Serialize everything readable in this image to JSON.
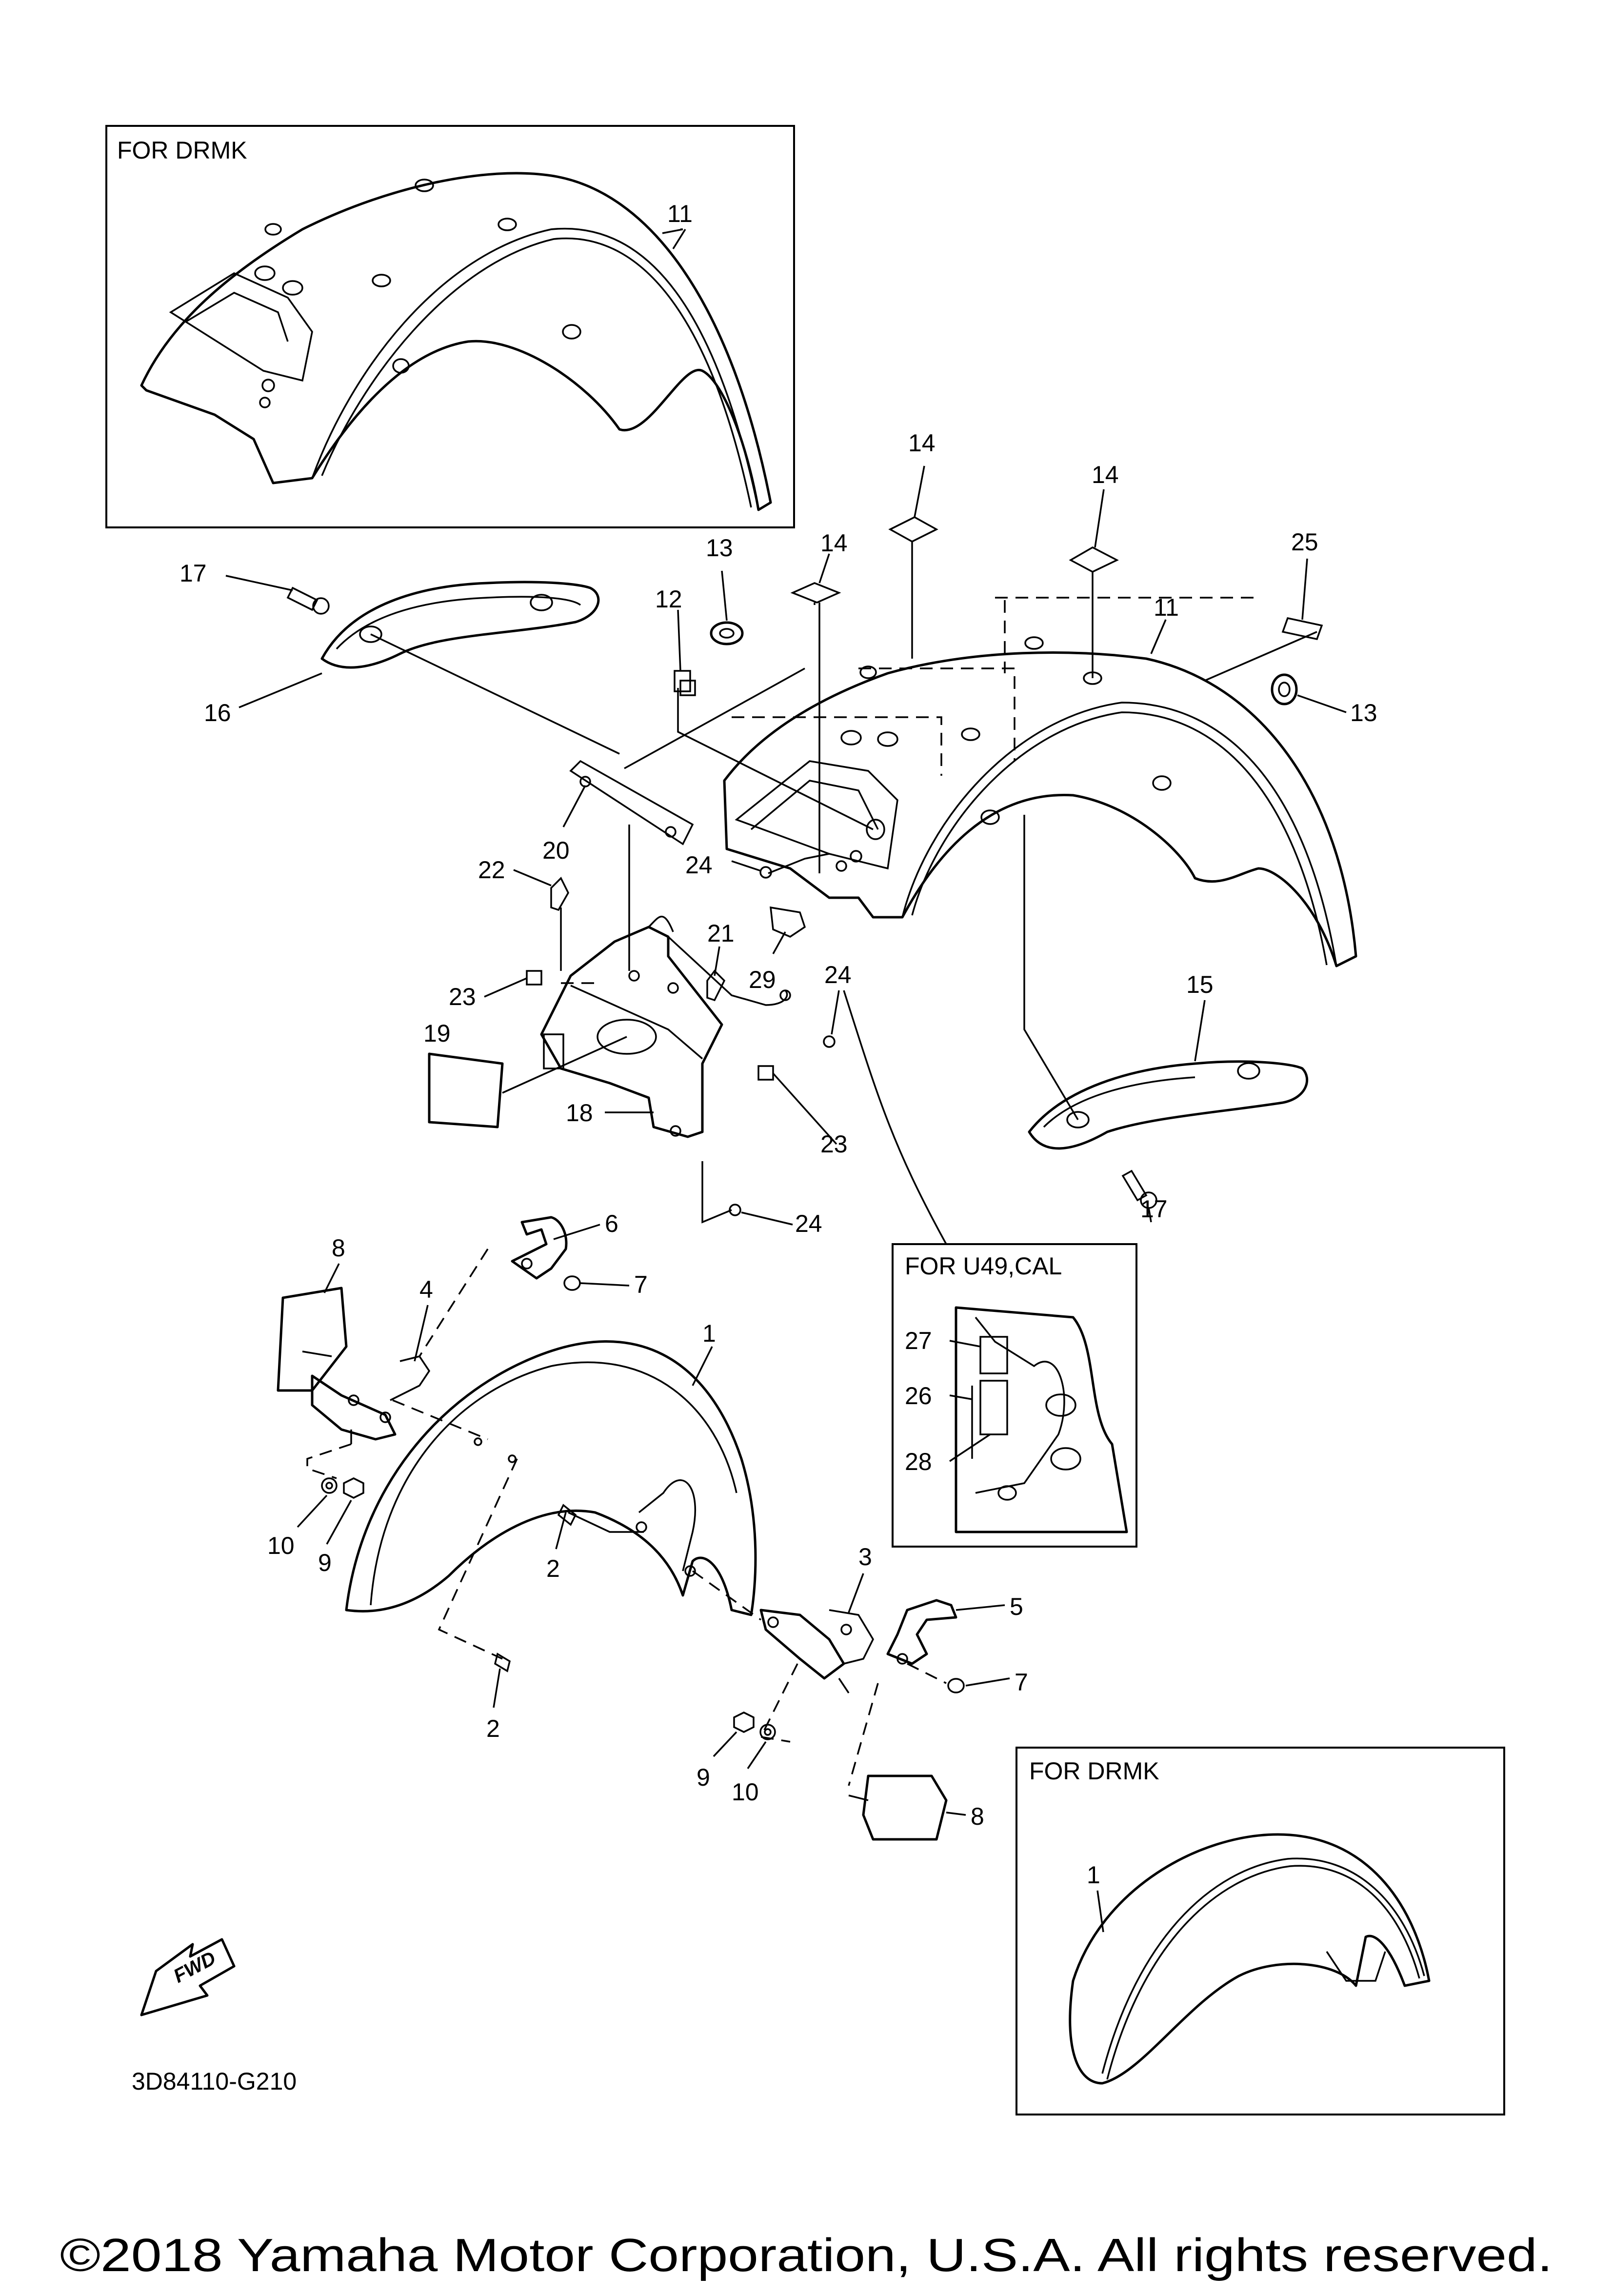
{
  "inset_boxes": [
    {
      "id": "drmk-rear",
      "label": "FOR DRMK"
    },
    {
      "id": "u49-cal",
      "label": "FOR U49,CAL"
    },
    {
      "id": "drmk-front",
      "label": "FOR DRMK"
    }
  ],
  "callouts": [
    {
      "id": "c11a",
      "text": "11"
    },
    {
      "id": "c14a",
      "text": "14"
    },
    {
      "id": "c14b",
      "text": "14"
    },
    {
      "id": "c14c",
      "text": "14"
    },
    {
      "id": "c25",
      "text": "25"
    },
    {
      "id": "c17a",
      "text": "17"
    },
    {
      "id": "c13a",
      "text": "13"
    },
    {
      "id": "c12",
      "text": "12"
    },
    {
      "id": "c11b",
      "text": "11"
    },
    {
      "id": "c16",
      "text": "16"
    },
    {
      "id": "c13b",
      "text": "13"
    },
    {
      "id": "c20",
      "text": "20"
    },
    {
      "id": "c22",
      "text": "22"
    },
    {
      "id": "c24a",
      "text": "24"
    },
    {
      "id": "c21",
      "text": "21"
    },
    {
      "id": "c29",
      "text": "29"
    },
    {
      "id": "c24b",
      "text": "24"
    },
    {
      "id": "c23a",
      "text": "23"
    },
    {
      "id": "c15",
      "text": "15"
    },
    {
      "id": "c19",
      "text": "19"
    },
    {
      "id": "c23b",
      "text": "23"
    },
    {
      "id": "c18",
      "text": "18"
    },
    {
      "id": "c17b",
      "text": "17"
    },
    {
      "id": "c24c",
      "text": "24"
    },
    {
      "id": "c6",
      "text": "6"
    },
    {
      "id": "c8a",
      "text": "8"
    },
    {
      "id": "c7a",
      "text": "7"
    },
    {
      "id": "c4",
      "text": "4"
    },
    {
      "id": "c1a",
      "text": "1"
    },
    {
      "id": "c27",
      "text": "27"
    },
    {
      "id": "c26",
      "text": "26"
    },
    {
      "id": "c28",
      "text": "28"
    },
    {
      "id": "c10a",
      "text": "10"
    },
    {
      "id": "c9a",
      "text": "9"
    },
    {
      "id": "c2a",
      "text": "2"
    },
    {
      "id": "c3",
      "text": "3"
    },
    {
      "id": "c5",
      "text": "5"
    },
    {
      "id": "c7b",
      "text": "7"
    },
    {
      "id": "c2b",
      "text": "2"
    },
    {
      "id": "c9b",
      "text": "9"
    },
    {
      "id": "c10b",
      "text": "10"
    },
    {
      "id": "c8b",
      "text": "8"
    },
    {
      "id": "c1b",
      "text": "1"
    }
  ],
  "fwd_label": "FWD",
  "diagram_code": "3D84110-G210",
  "copyright": "©2018 Yamaha Motor Corporation, U.S.A. All rights reserved."
}
